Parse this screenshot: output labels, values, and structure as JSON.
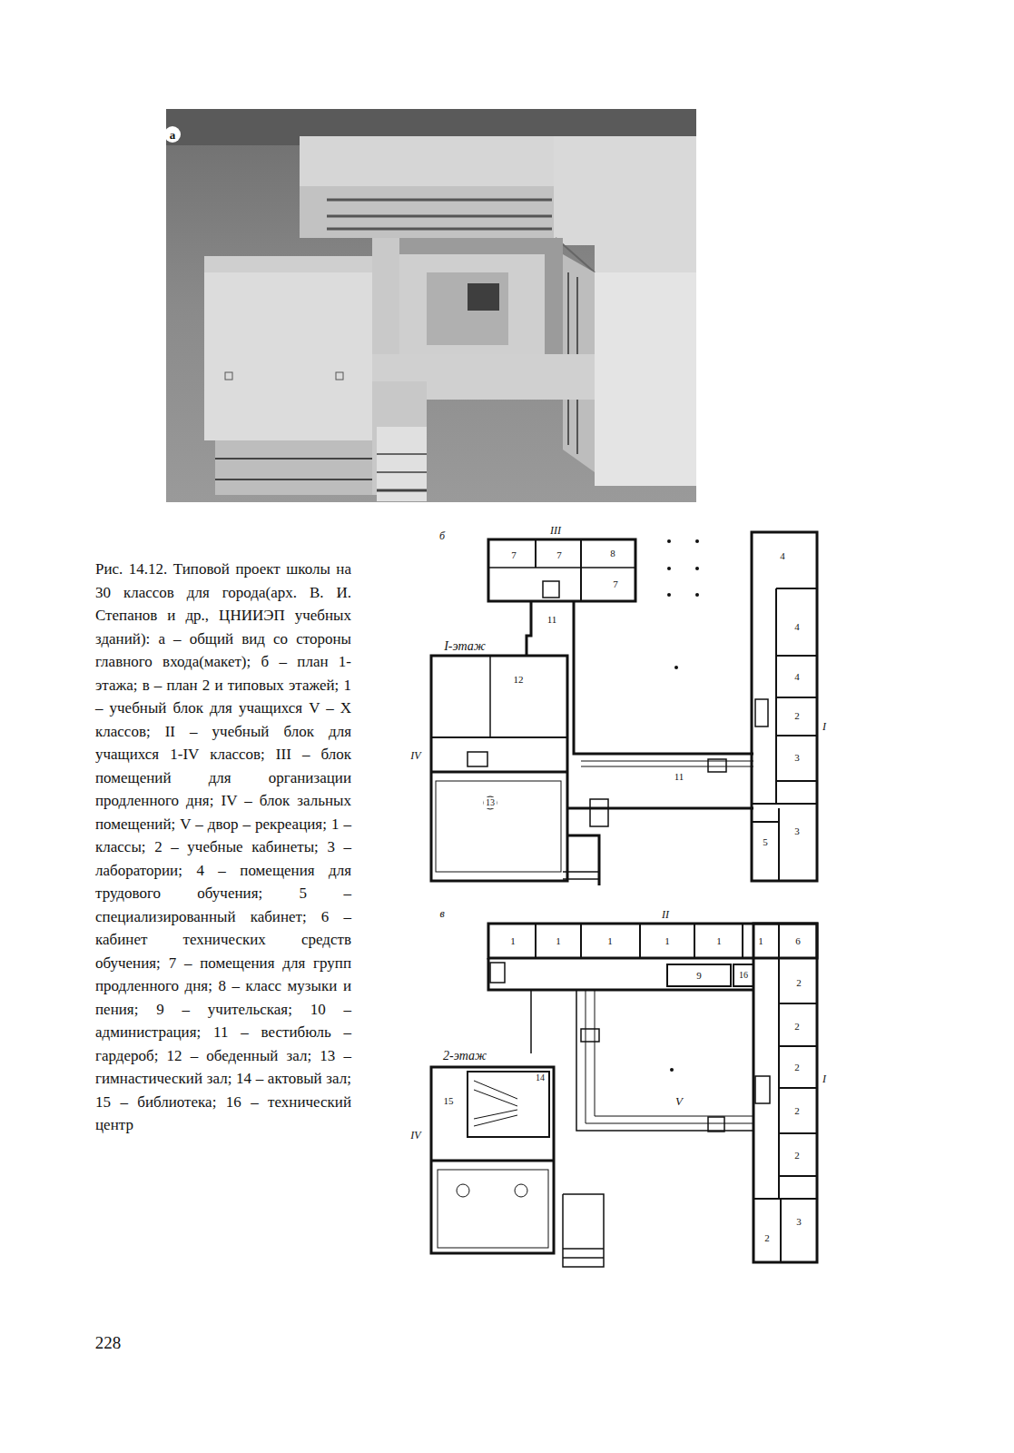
{
  "diagram": {
    "caption": "Рис. 14.12. Типовой проект школы на 30 классов для города(арх. В. И. Степанов и др., ЦНИИЭП учебных зданий): а – общий вид со стороны главного входа(макет); б – план 1- этажа; в – план 2 и типовых этажей; 1 – учебный блок для учащихся V – X классов; II – учебный блок для учащихся 1-IV классов; III – блок помещений для организации продленного дня; IV – блок зальных помещений; V – двор – рекреация; 1 – классы; 2 – учебные кабинеты; 3 – лаборатории; 4 – помещения для трудового обучения; 5 – специализированный кабинет; 6 – кабинет технических средств обучения; 7 – помещения для групп продленного дня; 8 – класс музыки и пения; 9 – учительская; 10 – администрация; 11 – вестибюль – гардероб; 12 – обеденный зал; 13 – гимнастический зал; 14 – актовый зал; 15 – библиотека; 16 – технический центр",
    "labels": [
      "а",
      "б",
      "III",
      "7",
      "7",
      "8",
      "7",
      "11",
      "I-этаж",
      "12",
      "IV",
      "13",
      "11",
      "4",
      "4",
      "4",
      "2",
      "I",
      "3",
      "3",
      "5",
      "в",
      "II",
      "1",
      "1",
      "1",
      "1",
      "1",
      "1",
      "6",
      "9",
      "16",
      "2",
      "2",
      "2",
      "I",
      "2",
      "2",
      "V",
      "2-этаж",
      "15",
      "14",
      "IV",
      "2",
      "3",
      "228"
    ]
  }
}
